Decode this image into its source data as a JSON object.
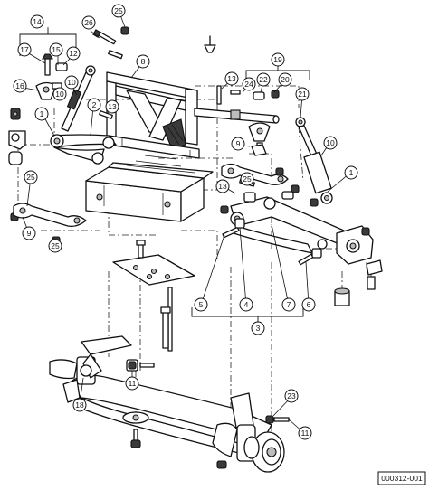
{
  "figure_ref": "000312-001",
  "callouts": [
    "1",
    "2",
    "3",
    "4",
    "5",
    "6",
    "7",
    "8",
    "9",
    "10",
    "11",
    "12",
    "13",
    "14",
    "15",
    "16",
    "17",
    "18",
    "19",
    "20",
    "21",
    "22",
    "23",
    "24",
    "25",
    "26"
  ]
}
